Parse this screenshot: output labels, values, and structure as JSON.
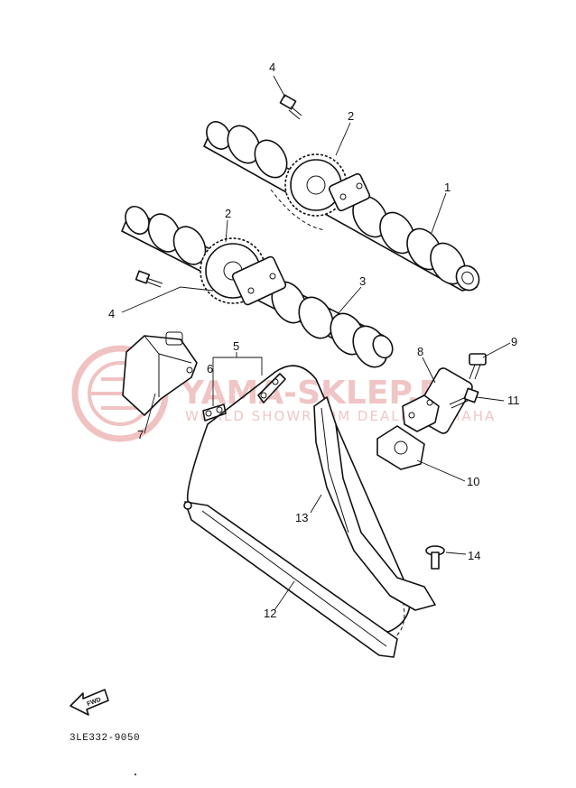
{
  "diagram": {
    "callouts": {
      "c1": "1",
      "c2a": "2",
      "c2b": "2",
      "c3": "3",
      "c4a": "4",
      "c4b": "4",
      "c5": "5",
      "c6": "6",
      "c7": "7",
      "c8": "8",
      "c9": "9",
      "c10": "10",
      "c11": "11",
      "c12": "12",
      "c13": "13",
      "c14": "14"
    },
    "fwd_label": "FWD",
    "drawing_code": "3LE332-9050"
  },
  "watermark": {
    "title": "YAMA-SKLEP.PL",
    "subtitle": "WORLD SHOWROOM DEALER YAMAHA",
    "color": "#e8a0a0"
  }
}
